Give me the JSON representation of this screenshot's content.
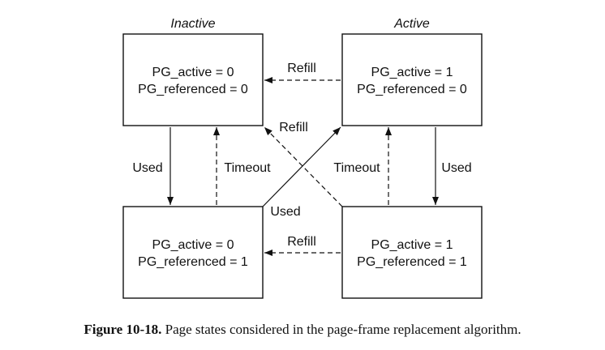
{
  "columns": {
    "left": "Inactive",
    "right": "Active"
  },
  "states": {
    "top_left": {
      "line1": "PG_active = 0",
      "line2": "PG_referenced = 0"
    },
    "top_right": {
      "line1": "PG_active = 1",
      "line2": "PG_referenced = 0"
    },
    "bottom_left": {
      "line1": "PG_active = 0",
      "line2": "PG_referenced = 1"
    },
    "bottom_right": {
      "line1": "PG_active = 1",
      "line2": "PG_referenced = 1"
    }
  },
  "edges": {
    "refill_top": "Refill",
    "refill_diagonal": "Refill",
    "refill_bottom": "Refill",
    "used_left": "Used",
    "used_right": "Used",
    "used_diagonal": "Used",
    "timeout_left": "Timeout",
    "timeout_right": "Timeout"
  },
  "caption": {
    "label": "Figure 10-18.",
    "text": "Page states considered in the page-frame replacement algorithm."
  }
}
